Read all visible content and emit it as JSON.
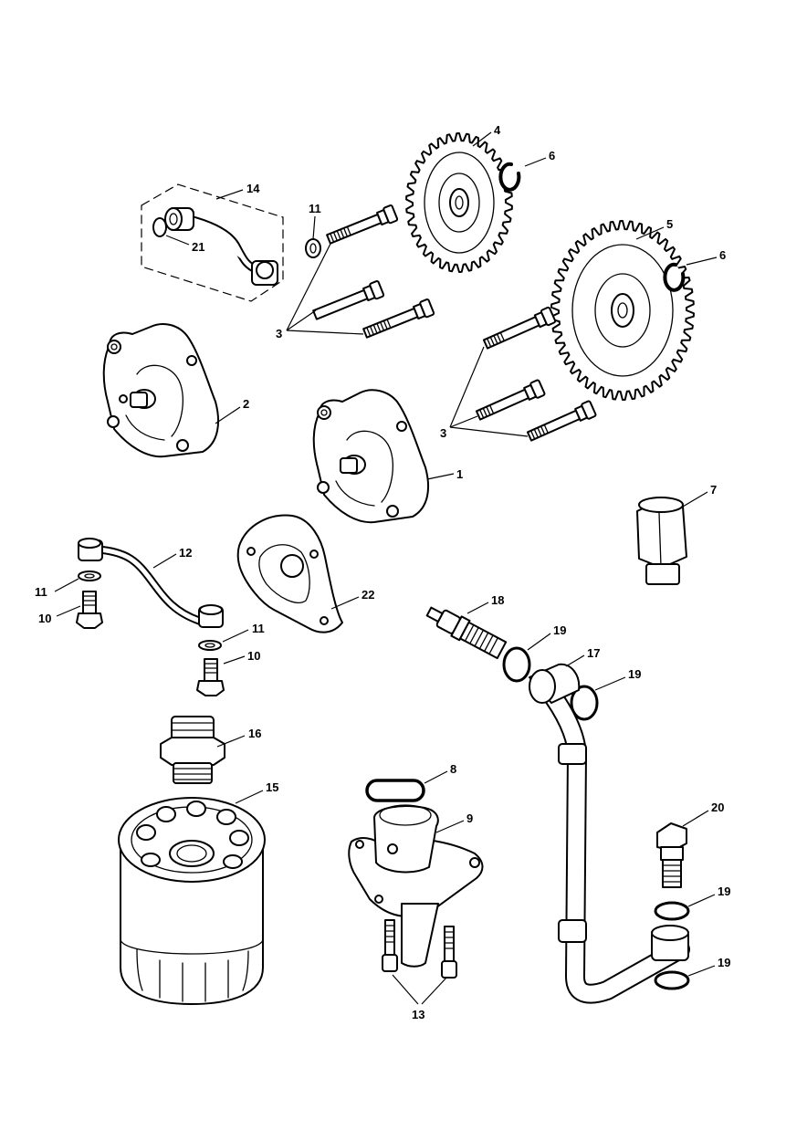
{
  "callouts": {
    "c1": "1",
    "c2": "2",
    "c3a": "3",
    "c3b": "3",
    "c4": "4",
    "c5": "5",
    "c6a": "6",
    "c6b": "6",
    "c7": "7",
    "c8": "8",
    "c9": "9",
    "c10a": "10",
    "c10b": "10",
    "c11a": "11",
    "c11b": "11",
    "c11c": "11",
    "c12": "12",
    "c13": "13",
    "c14": "14",
    "c15": "15",
    "c16": "16",
    "c17": "17",
    "c18": "18",
    "c19a": "19",
    "c19b": "19",
    "c19c": "19",
    "c19d": "19",
    "c20": "20",
    "c21": "21",
    "c22": "22"
  },
  "colors": {
    "line": "#000000",
    "background": "#ffffff"
  }
}
